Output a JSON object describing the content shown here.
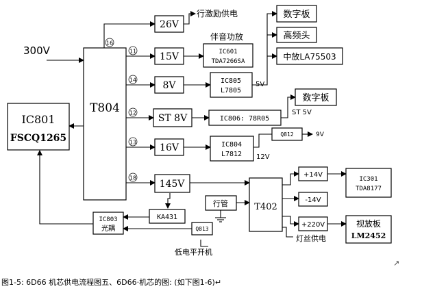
{
  "input_voltage": "300V",
  "ic801": {
    "line1": "IC801",
    "line2": "FSCQ1265"
  },
  "t804": "T804",
  "pins": {
    "p16": "16",
    "p11": "11",
    "p14": "14",
    "p12": "12",
    "p13": "13",
    "p18": "18"
  },
  "boxes": {
    "v26": "26V",
    "v15": "15V",
    "v8": "8V",
    "st8v": "ST 8V",
    "v16": "16V",
    "v145": "145V",
    "ic601_1": "IC601",
    "ic601_2": "TDA7266SA",
    "ic805_1": "IC805",
    "ic805_2": "L7805",
    "ic806": "IC806: 78R05",
    "ic804_1": "IC804",
    "ic804_2": "L7812",
    "q812": "Q812",
    "digital_board_1": "数字板",
    "tuner": "高频头",
    "if_amp": "中放LA75503",
    "digital_board_2": "数字板",
    "ic301_1": "IC301",
    "ic301_2": "TDA8177",
    "video_amp_1": "视放板",
    "video_amp_2": "LM2452",
    "t402": "T402",
    "hout": "行管",
    "ka431": "KA431",
    "ic803_1": "IC803",
    "ic803_2": "光耦",
    "q813": "Q813",
    "plus14": "+14V",
    "minus14": "-14V",
    "plus220": "+220V"
  },
  "labels": {
    "hdrive": "行激励供电",
    "audio_amp": "伴音功放",
    "v5": "5V",
    "st5v": "ST 5V",
    "v12": "12V",
    "v9": "9V",
    "filament": "灯丝供电",
    "low_level_on": "低电平开机"
  },
  "caption": "图1-5: 6D66 机芯供电流程图五、6D66·机芯的图: (如下图1-6)",
  "caption_mark": "↵",
  "scroll_mark": "↗"
}
